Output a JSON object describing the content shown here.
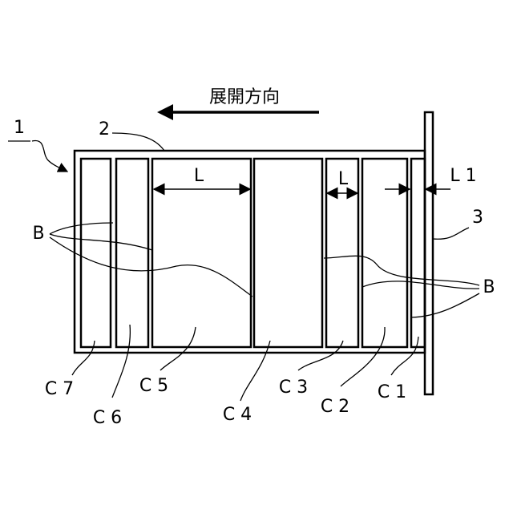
{
  "diagram": {
    "direction_label": "展開方向",
    "labels": {
      "device": "1",
      "outer_frame": "2",
      "plate": "3",
      "gap_left": "L",
      "gap_right": "L",
      "gap_l1": "L 1",
      "b_left": "B",
      "b_right": "B",
      "c1": "C 1",
      "c2": "C 2",
      "c3": "C 3",
      "c4": "C 4",
      "c5": "C 5",
      "c6": "C 6",
      "c7": "C 7"
    },
    "colors": {
      "line": "#000000",
      "background": "#ffffff"
    }
  }
}
